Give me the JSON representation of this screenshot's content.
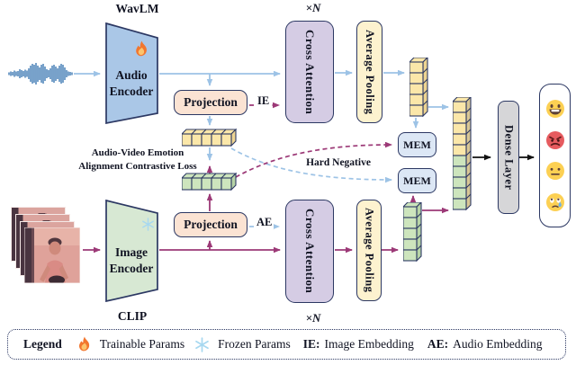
{
  "diagram": {
    "wavlm_label": "WavLM",
    "clip_label": "CLIP",
    "multiplier_top": "×N",
    "multiplier_bottom": "×N",
    "audio_encoder_line1": "Audio",
    "audio_encoder_line2": "Encoder",
    "image_encoder_line1": "Image",
    "image_encoder_line2": "Encoder",
    "projection_audio": "Projection",
    "projection_video": "Projection",
    "cross_attention_audio": "Cross Attention",
    "cross_attention_video": "Cross Attention",
    "average_pooling_audio": "Average Pooling",
    "average_pooling_video": "Average Pooling",
    "mem_audio": "MEM",
    "mem_video": "MEM",
    "dense_layer": "Dense Layer",
    "ie_tag": "IE",
    "ae_tag": "AE",
    "loss_line1": "Audio-Video Emotion",
    "loss_line2": "Alignment Contrastive Loss",
    "hard_negative": "Hard Negative",
    "emotion_icons": [
      "grinning-face",
      "angry-face",
      "neutral-face",
      "crying-face"
    ]
  },
  "legend": {
    "title": "Legend",
    "trainable_label": "Trainable Params",
    "frozen_label": "Frozen Params",
    "ie_abbr": "IE:",
    "ie_label": "Image Embedding",
    "ae_abbr": "AE:",
    "ae_label": "Audio Embedding"
  },
  "palette": {
    "outline_navy": "#2c3863",
    "audio_arrow_blue": "#9dc3e6",
    "video_arrow_maroon": "#9c3977",
    "black_arrow": "#111111",
    "audio_encoder_fill": "#aac7e7",
    "image_encoder_fill": "#d7e8d3",
    "projection_fill": "#fbe3d3",
    "cross_attention_fill": "#d5cce4",
    "average_pooling_fill": "#fdf2cf",
    "mem_fill": "#dce7f5",
    "dense_fill": "#d6d6d8",
    "token_yellow": "#fbe7a9",
    "token_green": "#cde5bd",
    "waveform_blue": "#2f6fad"
  }
}
